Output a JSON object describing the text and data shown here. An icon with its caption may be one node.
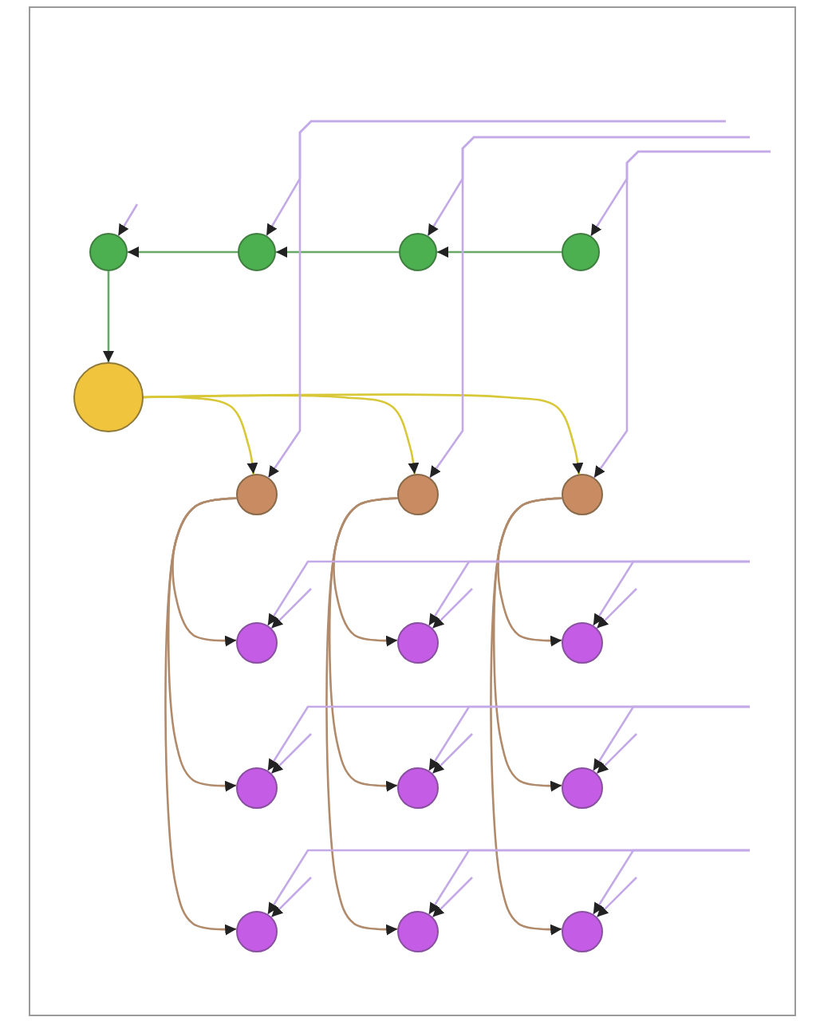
{
  "diagram": {
    "nodes": [
      {
        "text": [],
        "shape": "circle"
      },
      {
        "text": [],
        "shape": "circle"
      },
      {
        "text": [],
        "shape": "circle"
      },
      {
        "text": [],
        "shape": "circle"
      },
      {
        "text": [],
        "shape": "circle"
      },
      {
        "text": [],
        "shape": "circle"
      },
      {
        "text": [],
        "shape": "circle"
      },
      {
        "text": [],
        "shape": "circle"
      },
      {
        "text": [],
        "shape": "circle"
      },
      {
        "text": [],
        "shape": "circle"
      },
      {
        "text": [],
        "shape": "circle"
      },
      {
        "text": [],
        "shape": "circle"
      },
      {
        "text": [],
        "shape": "circle"
      },
      {
        "text": [],
        "shape": "circle"
      },
      {
        "text": [],
        "shape": "circle"
      },
      {
        "text": [],
        "shape": "circle"
      },
      {
        "text": [],
        "shape": "circle"
      }
    ],
    "edges": [
      {
        "from": 3,
        "to": 2,
        "arrow": "to",
        "color": "#6aa86a"
      },
      {
        "from": 2,
        "to": 1,
        "arrow": "to",
        "color": "#6aa86a"
      },
      {
        "from": 1,
        "to": 0,
        "arrow": "to",
        "color": "#6aa86a"
      },
      {
        "from": 0,
        "to": 4,
        "arrow": "to",
        "color": "#6aa86a"
      },
      {
        "from": 4,
        "to": 5,
        "arrow": "to",
        "color": "#d8c838"
      },
      {
        "from": 4,
        "to": 6,
        "arrow": "to",
        "color": "#d8c838"
      },
      {
        "from": 4,
        "to": 7,
        "arrow": "to",
        "color": "#d8c838"
      },
      {
        "from": 5,
        "to": 8,
        "arrow": "to",
        "color": "#b08a6a"
      },
      {
        "from": 5,
        "to": 11,
        "arrow": "to",
        "color": "#b08a6a"
      },
      {
        "from": 5,
        "to": 14,
        "arrow": "to",
        "color": "#b08a6a"
      },
      {
        "from": 6,
        "to": 9,
        "arrow": "to",
        "color": "#b08a6a"
      },
      {
        "from": 6,
        "to": 12,
        "arrow": "to",
        "color": "#b08a6a"
      },
      {
        "from": 6,
        "to": 15,
        "arrow": "to",
        "color": "#b08a6a"
      },
      {
        "from": 7,
        "to": 10,
        "arrow": "to",
        "color": "#b08a6a"
      },
      {
        "from": 7,
        "to": 13,
        "arrow": "to",
        "color": "#b08a6a"
      },
      {
        "from": 7,
        "to": 16,
        "arrow": "to",
        "color": "#b08a6a"
      },
      {
        "from": null,
        "to": 0,
        "arrow": "to"
      },
      {
        "from": null,
        "to": 1,
        "arrow": "to"
      },
      {
        "from": null,
        "to": 5,
        "arrow": "to"
      },
      {
        "from": null,
        "to": 2,
        "arrow": "to"
      },
      {
        "from": null,
        "to": 6,
        "arrow": "to"
      },
      {
        "from": null,
        "to": 3,
        "arrow": "to"
      },
      {
        "from": null,
        "to": 7,
        "arrow": "to"
      },
      {
        "from": null,
        "to": 8,
        "arrow": "to"
      },
      {
        "from": null,
        "to": 8,
        "arrow": "to"
      },
      {
        "from": null,
        "to": 9,
        "arrow": "to"
      },
      {
        "from": null,
        "to": 9,
        "arrow": "to"
      },
      {
        "from": null,
        "to": 10,
        "arrow": "to"
      },
      {
        "from": null,
        "to": 10,
        "arrow": "to"
      },
      {
        "from": null,
        "to": 11,
        "arrow": "to"
      },
      {
        "from": null,
        "to": 11,
        "arrow": "to"
      },
      {
        "from": null,
        "to": 12,
        "arrow": "to"
      },
      {
        "from": null,
        "to": 12,
        "arrow": "to"
      },
      {
        "from": null,
        "to": 13,
        "arrow": "to"
      },
      {
        "from": null,
        "to": 13,
        "arrow": "to"
      },
      {
        "from": null,
        "to": 14,
        "arrow": "to"
      },
      {
        "from": null,
        "to": 14,
        "arrow": "to"
      },
      {
        "from": null,
        "to": 15,
        "arrow": "to"
      },
      {
        "from": null,
        "to": 15,
        "arrow": "to"
      },
      {
        "from": null,
        "to": 16,
        "arrow": "to"
      },
      {
        "from": null,
        "to": 16,
        "arrow": "to"
      }
    ]
  }
}
